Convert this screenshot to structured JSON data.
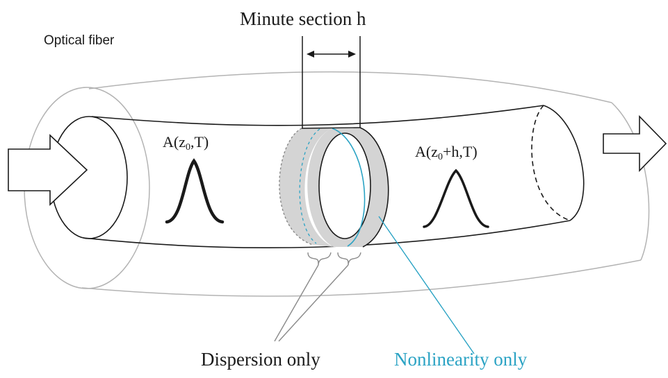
{
  "labels": {
    "optical_fiber": "Optical fiber",
    "minute_section": "Minute section h",
    "amp_in_main": "A(z",
    "amp_in_sub": "0",
    "amp_in_tail": ",T)",
    "amp_out_main": "A(z",
    "amp_out_sub": "0",
    "amp_out_tail": "+h,T)",
    "dispersion": "Dispersion only",
    "nonlinearity": "Nonlinearity only"
  },
  "colors": {
    "stroke": "#1a1a1a",
    "outer_fiber": "#b3b3b3",
    "section_fill": "#d4d4d4",
    "nonlinearity": "#2ba3c4"
  },
  "icons": {
    "input_arrow": "hollow-right-arrow",
    "output_arrow": "hollow-right-arrow"
  }
}
